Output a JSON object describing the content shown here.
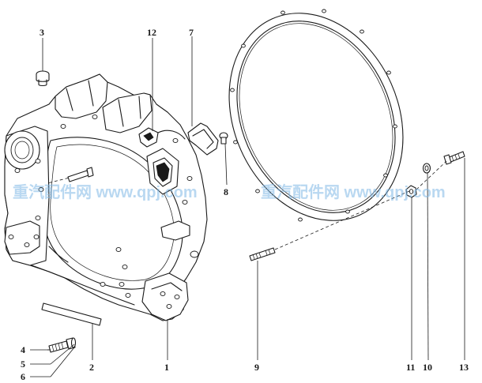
{
  "colors": {
    "line": "#1a1a1a",
    "background": "#ffffff",
    "watermark": "#7fb8e6"
  },
  "watermark": {
    "left_text": "重汽配件网 www.qpj.com",
    "right_text": "重汽配件网 www.qpj.com"
  },
  "callouts": [
    {
      "id": "3",
      "label": "3"
    },
    {
      "id": "12",
      "label": "12"
    },
    {
      "id": "7",
      "label": "7"
    },
    {
      "id": "8",
      "label": "8"
    },
    {
      "id": "4",
      "label": "4"
    },
    {
      "id": "5",
      "label": "5"
    },
    {
      "id": "6",
      "label": "6"
    },
    {
      "id": "2",
      "label": "2"
    },
    {
      "id": "1",
      "label": "1"
    },
    {
      "id": "9",
      "label": "9"
    },
    {
      "id": "11",
      "label": "11"
    },
    {
      "id": "10",
      "label": "10"
    },
    {
      "id": "13",
      "label": "13"
    }
  ]
}
